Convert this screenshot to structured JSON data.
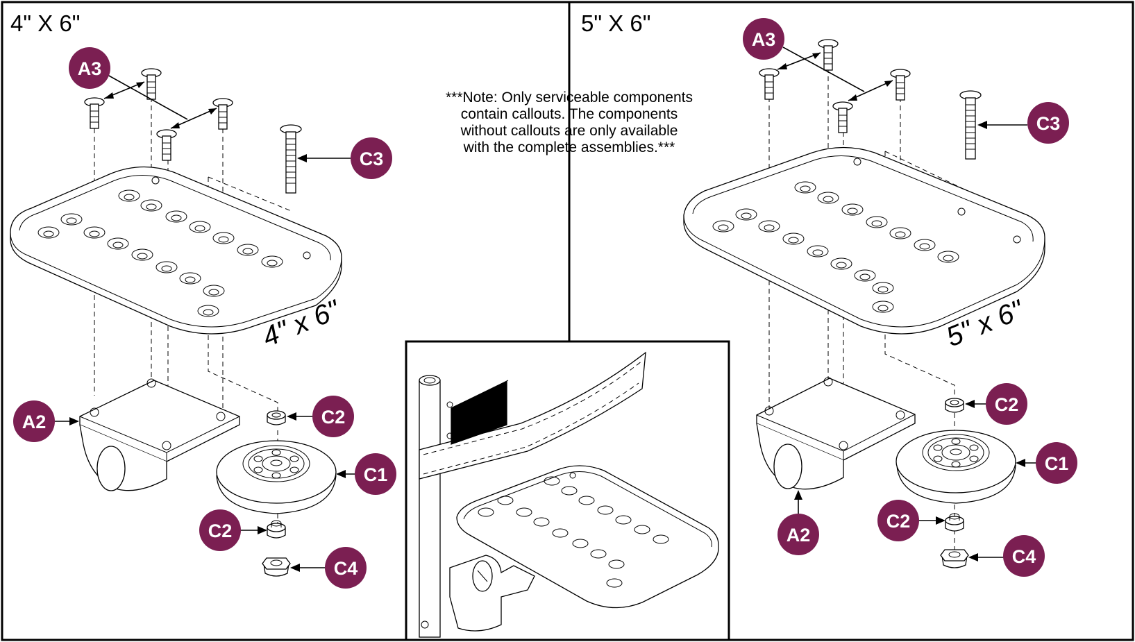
{
  "panels": {
    "left_title": "4\" X 6\"",
    "right_title": "5\" X 6\"",
    "left_plate_label": "4\" x 6\"",
    "right_plate_label": "5\" x 6\""
  },
  "note": {
    "lines": [
      "***Note: Only serviceable components",
      "contain callouts. The components",
      "without callouts are only available",
      "with the complete assemblies.***"
    ]
  },
  "callouts": {
    "A2": "A2",
    "A3": "A3",
    "C1": "C1",
    "C2": "C2",
    "C3": "C3",
    "C4": "C4"
  },
  "colors": {
    "callout_fill": "#7b1f52",
    "callout_text": "#ffffff",
    "line": "#000000"
  }
}
